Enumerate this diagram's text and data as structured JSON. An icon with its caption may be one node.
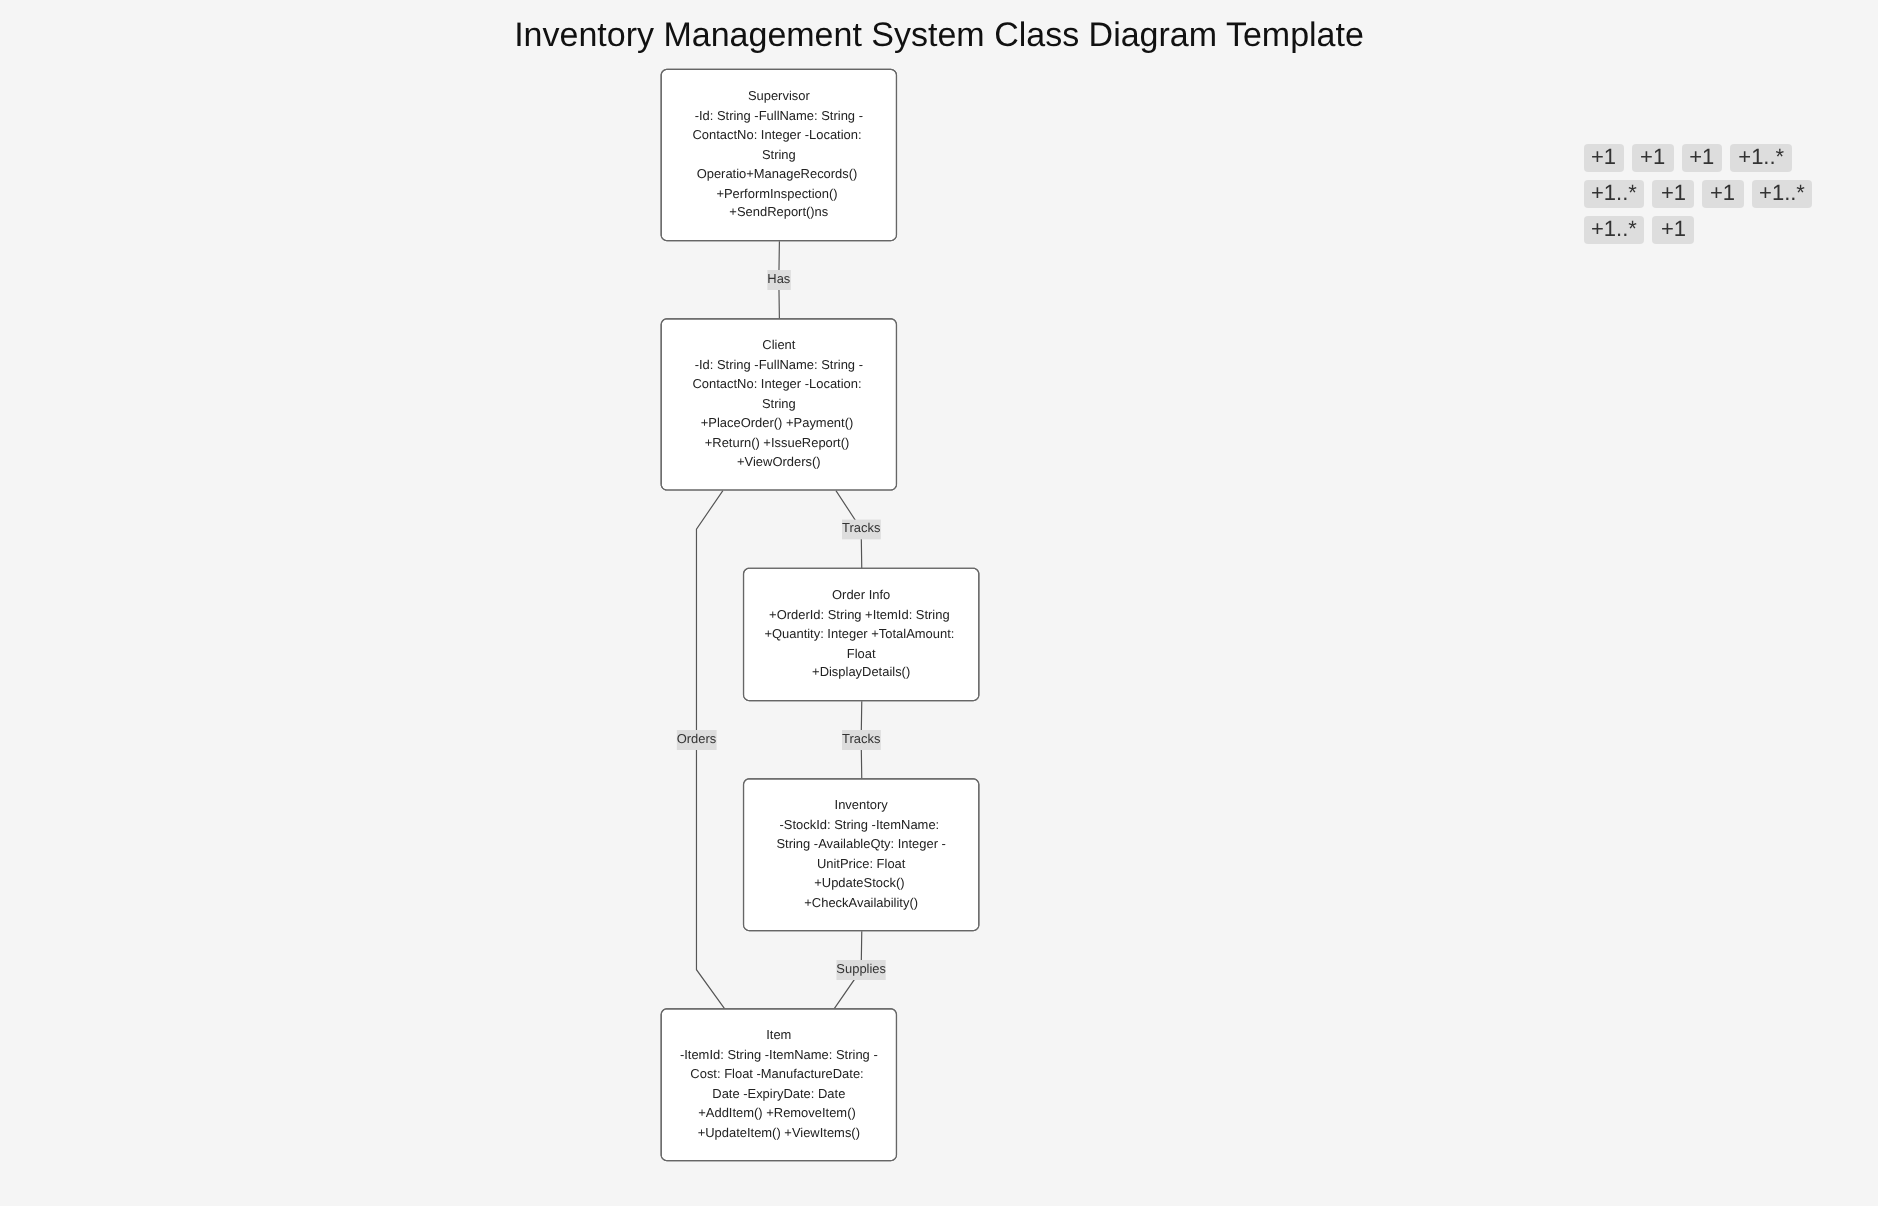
{
  "diagram": {
    "title": "Inventory Management System Class Diagram Template",
    "nodes": [
      {
        "text": [
          "Supervisor",
          "-Id: String -FullName: String -ContactNo: Integer -Location: String",
          "Operatio+ManageRecords() +PerformInspection() +SendReport()ns"
        ]
      },
      {
        "text": [
          "Client",
          "-Id: String -FullName: String -ContactNo: Integer -Location: String",
          "+PlaceOrder() +Payment() +Return() +IssueReport() +ViewOrders()"
        ]
      },
      {
        "text": [
          "Order Info",
          "+OrderId: String +ItemId: String +Quantity: Integer +TotalAmount: Float",
          "+DisplayDetails()"
        ]
      },
      {
        "text": [
          "Inventory",
          "-StockId: String -ItemName: String -AvailableQty: Integer -UnitPrice: Float",
          "+UpdateStock() +CheckAvailability()"
        ]
      },
      {
        "text": [
          "Item",
          "-ItemId: String -ItemName: String -Cost: Float -ManufactureDate: Date -ExpiryDate: Date",
          "+AddItem() +RemoveItem() +UpdateItem() +ViewItems()"
        ]
      }
    ],
    "edges": [
      {
        "from": 0,
        "to": 1,
        "arrow": "none",
        "label": "Has"
      },
      {
        "from": 1,
        "to": 2,
        "arrow": "none",
        "label": "Tracks"
      },
      {
        "from": 2,
        "to": 3,
        "arrow": "none",
        "label": "Tracks"
      },
      {
        "from": 1,
        "to": 4,
        "arrow": "none",
        "label": "Orders"
      },
      {
        "from": 3,
        "to": 4,
        "arrow": "none",
        "label": "Supplies"
      }
    ],
    "labels": [
      "+1",
      "+1",
      "+1",
      "+1..*",
      "+1..*",
      "+1",
      "+1",
      "+1..*",
      "+1..*",
      "+1"
    ]
  }
}
